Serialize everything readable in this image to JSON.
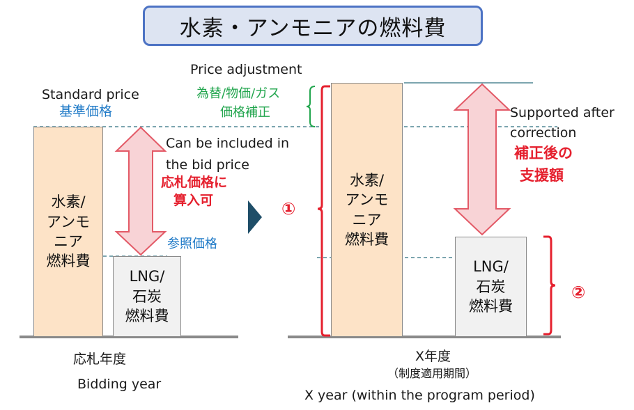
{
  "title": "水素・アンモニアの燃料費",
  "left": {
    "standard_price_en": "Standard price",
    "standard_price_jp": "基準価格",
    "bid_note_en_line1": "Can be included in",
    "bid_note_en_line2": "the bid price",
    "bid_note_jp_line1": "応札価格に",
    "bid_note_jp_line2": "算入可",
    "reference_price_jp": "参照価格",
    "h2_bar_label": "水素/\nアンモ\nニア\n燃料費",
    "lng_bar_label": "LNG/\n石炭\n燃料費",
    "x_label_jp": "応札年度",
    "x_label_en": "Bidding year"
  },
  "right": {
    "price_adjustment_en": "Price adjustment",
    "price_adjustment_jp_line1": "為替/物価/ガス",
    "price_adjustment_jp_line2": "価格補正",
    "supported_en_line1": "Supported after",
    "supported_en_line2": "correction",
    "supported_jp_line1": "補正後の",
    "supported_jp_line2": "支援額",
    "marker_1": "①",
    "marker_2": "②",
    "h2_bar_label": "水素/\nアンモ\nニア\n燃料費",
    "lng_bar_label": "LNG/\n石炭\n燃料費",
    "x_label_jp": "X年度",
    "x_label_sub_jp": "（制度適用期間）",
    "x_label_en": "X year (within the program period)"
  },
  "colors": {
    "title_bg": "#dde4f2",
    "title_border": "#4d73c4",
    "h2_bar": "#fde3c7",
    "lng_bar": "#f1f1f1",
    "arrow_fill": "#f8d3d6",
    "arrow_stroke": "#e35a67",
    "accent_red": "#e5202e",
    "accent_green": "#21a54d",
    "accent_blue": "#1f7ac7",
    "dashed_line": "#2f6f7f",
    "transition_arrow": "#1f4e68"
  }
}
